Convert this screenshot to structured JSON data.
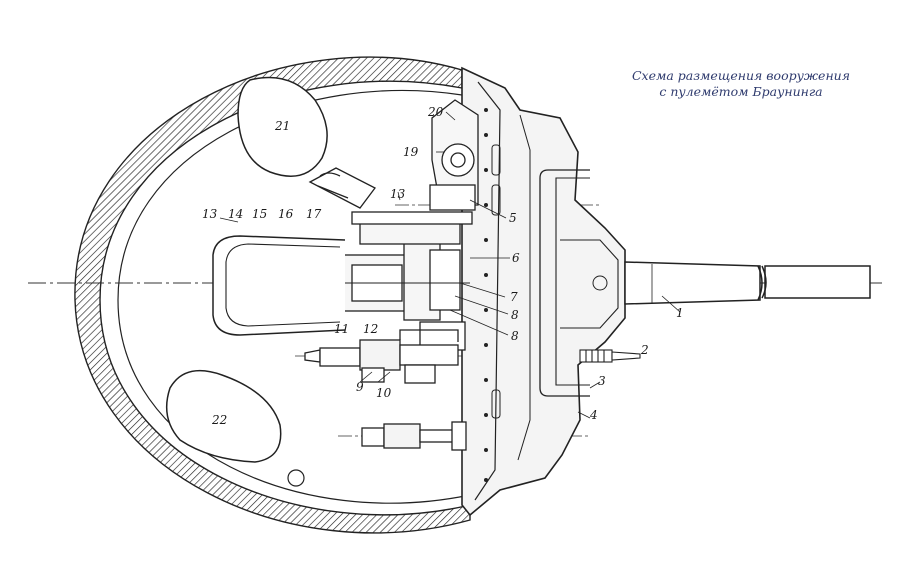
{
  "caption": {
    "line1": "Схема размещения вооружения",
    "line2": "с пулемётом Браунинга"
  },
  "callouts": [
    "1",
    "2",
    "3",
    "4",
    "5",
    "6",
    "7",
    "8",
    "8",
    "9",
    "10",
    "11",
    "12",
    "13",
    "13",
    "14",
    "15",
    "16",
    "17",
    "19",
    "20",
    "21",
    "22"
  ]
}
